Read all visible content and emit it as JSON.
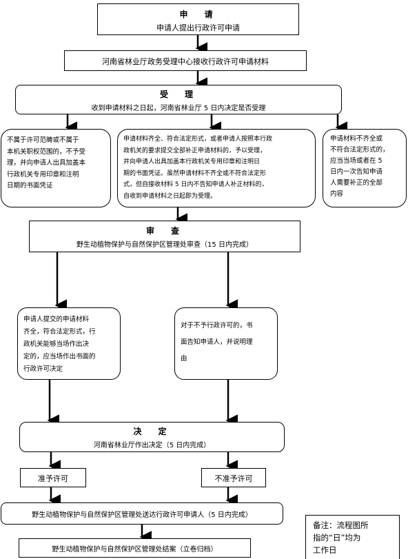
{
  "apply": {
    "title": "申　请",
    "text": "申请人提出行政许可申请"
  },
  "receive_center": {
    "text": "河南省林业厅政务受理中心接收行政许可申请材料"
  },
  "accept": {
    "title": "受　理",
    "text": "收到申请材料之日起，河南省林业厅 5 日内决定是否受理"
  },
  "not_in_scope": {
    "lines": [
      "不属于许可范畴或不属于",
      "本机关职权范围的，不予受",
      "理，并向申请人出具加盖本",
      "行政机关专用印章和注明",
      "日期的书面凭证"
    ]
  },
  "complete": {
    "lines": [
      "申请材料齐全、符合法定形式，或者申请人按照本行政",
      "政机关的要求提交全部补正申请材料的，予以受理，",
      "并向申请人出具加盖本行政机关专用印章和注明日",
      "期的书面凭证。虽然申请材料不齐全或不符合法定形",
      "式，但自接收材料 5 日内不告知申请人补正材料的，",
      "自收到申请材料之日起即为受理。"
    ]
  },
  "incomplete": {
    "lines": [
      "申请材料不齐全或",
      "不符合法定形式的，",
      "应当当场或者在 5",
      "日内一次告知申请",
      "人需要补正的全部",
      "内容"
    ]
  },
  "review": {
    "title": "审　查",
    "text": "野生动植物保护与自然保护区管理处审查（15 日内完成）"
  },
  "approve_cond": {
    "lines": [
      "申请人提交的申请材料",
      "齐全，符合法定形式，行",
      "政机关能够当场作出决",
      "定的，应当场作出书面的",
      "行政许可决定"
    ]
  },
  "reject_cond": {
    "lines": [
      "对于不予行政许可的，书",
      "面告知申请人，并说明理",
      "由"
    ]
  },
  "decision": {
    "title": "决　定",
    "text": "河南省林业厅作出决定（5 日内完成）"
  },
  "grant": {
    "text": "准予许可"
  },
  "deny": {
    "text": "不准予许可"
  },
  "deliver": {
    "text": "野生动植物保护与自然保护区管理处送达行政许可申请人（5 日内完成）"
  },
  "close": {
    "text": "野生动植物保护与自然保护区管理处结案（立卷归档）"
  },
  "note": {
    "lines": [
      "备注：流程图所",
      "指的“日”均为",
      "工作日"
    ]
  }
}
